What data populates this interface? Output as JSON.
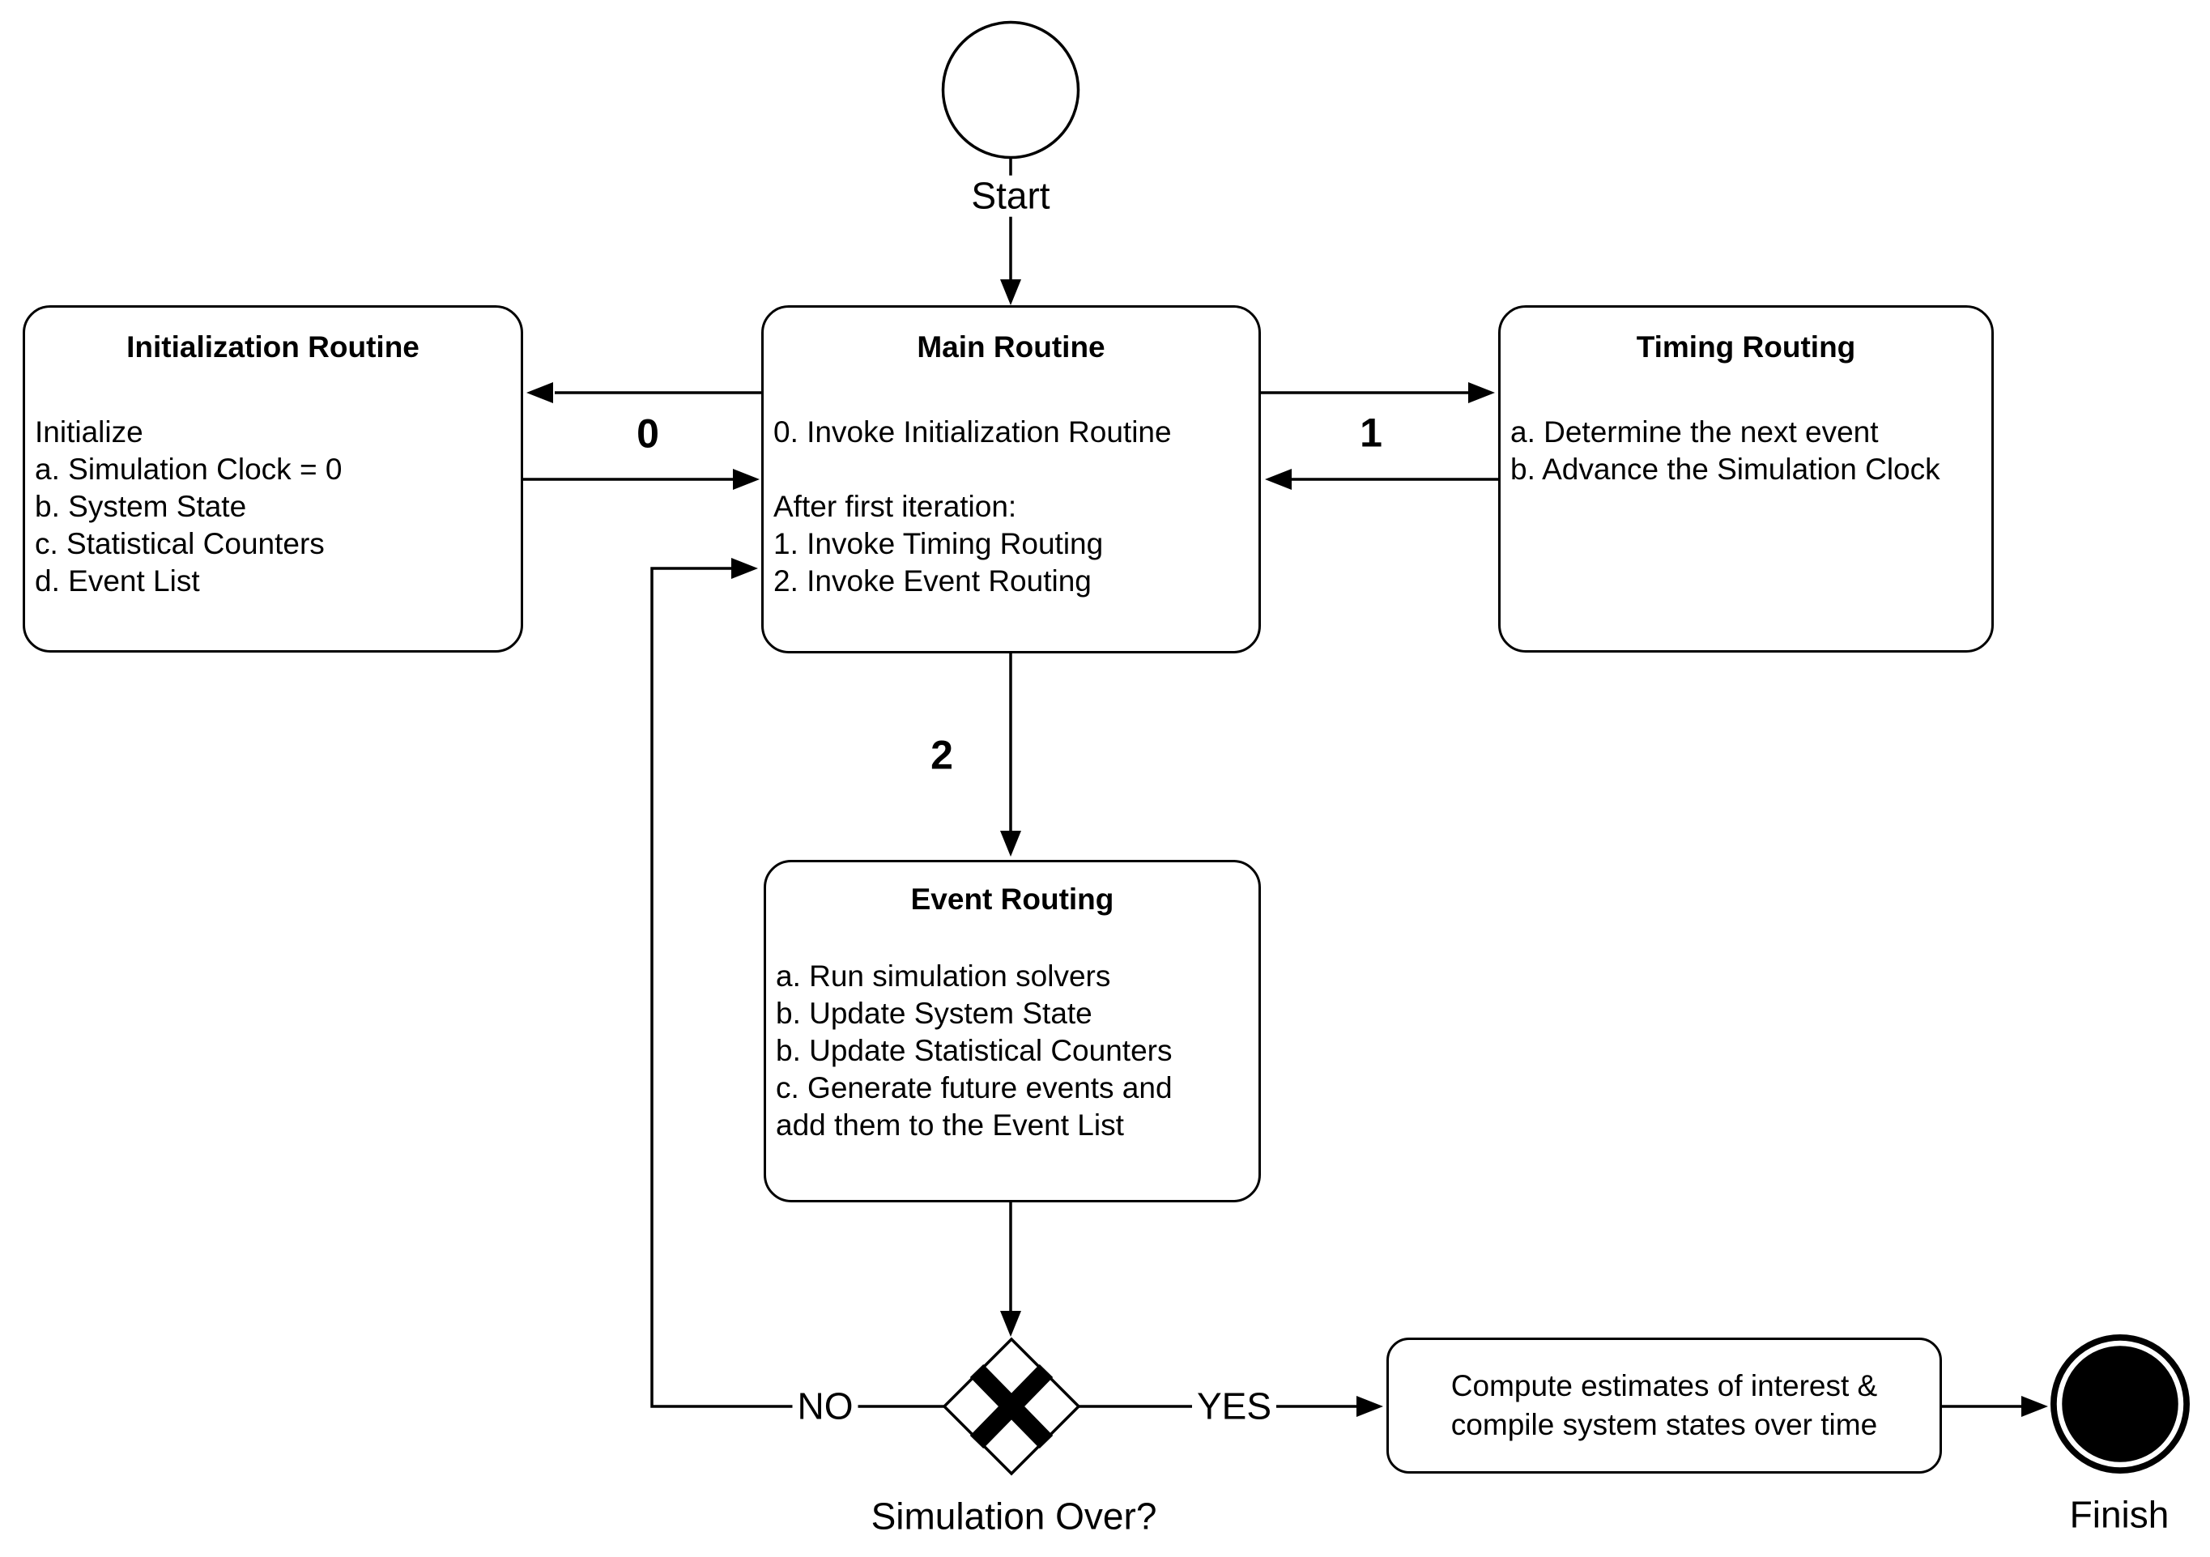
{
  "diagram": {
    "start": {
      "label": "Start"
    },
    "finish": {
      "label": "Finish"
    },
    "boxes": {
      "initialization": {
        "title": "Initialization Routine",
        "body": "Initialize\na. Simulation Clock = 0\nb. System State\nc. Statistical Counters\nd. Event List"
      },
      "main": {
        "title": "Main Routine",
        "body": "0. Invoke Initialization Routine\n\nAfter first iteration:\n1. Invoke Timing Routing\n2. Invoke Event Routing"
      },
      "timing": {
        "title": "Timing Routing",
        "body": "a. Determine the next event\nb. Advance the Simulation Clock"
      },
      "event": {
        "title": "Event Routing",
        "body": "a. Run simulation solvers\nb. Update System State\nb. Update Statistical Counters\nc. Generate future events and\nadd them to the Event List"
      },
      "compute": {
        "text": "Compute estimates of interest &\ncompile system states over time"
      }
    },
    "decision": {
      "question": "Simulation Over?",
      "no_label": "NO",
      "yes_label": "YES"
    },
    "edge_labels": {
      "zero": "0",
      "one": "1",
      "two": "2"
    },
    "colors": {
      "stroke": "#000000",
      "fill": "#ffffff"
    }
  }
}
